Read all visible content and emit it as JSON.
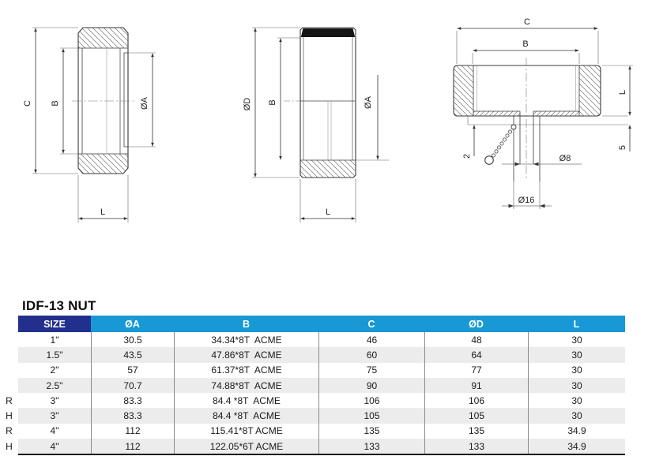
{
  "title": "IDF-13 NUT",
  "dims": {
    "c": "C",
    "b": "B",
    "oa": "ØA",
    "od": "ØD",
    "l": "L",
    "d8": "Ø8",
    "d16": "Ø16",
    "two": "2",
    "five": "5"
  },
  "colors": {
    "header_dark_blue": "#222f8d",
    "header_light_blue": "#1898d5",
    "row_alt_gray": "#ececec",
    "line_color": "#3a3a3a"
  },
  "table": {
    "headers": [
      "SIZE",
      "ØA",
      "B",
      "C",
      "ØD",
      "L"
    ],
    "rows": [
      {
        "prefix": "",
        "size": "1\"",
        "a": "30.5",
        "b": "34.34*8T  ACME",
        "c": "46",
        "d": "48",
        "l": "30"
      },
      {
        "prefix": "",
        "size": "1.5\"",
        "a": "43.5",
        "b": "47.86*8T  ACME",
        "c": "60",
        "d": "64",
        "l": "30"
      },
      {
        "prefix": "",
        "size": "2\"",
        "a": "57",
        "b": "61.37*8T  ACME",
        "c": "75",
        "d": "77",
        "l": "30"
      },
      {
        "prefix": "",
        "size": "2.5\"",
        "a": "70.7",
        "b": "74.88*8T  ACME",
        "c": "90",
        "d": "91",
        "l": "30"
      },
      {
        "prefix": "R",
        "size": "3\"",
        "a": "83.3",
        "b": "84.4 *8T  ACME",
        "c": "106",
        "d": "106",
        "l": "30"
      },
      {
        "prefix": "H",
        "size": "3\"",
        "a": "83.3",
        "b": "84.4 *8T  ACME",
        "c": "105",
        "d": "105",
        "l": "30"
      },
      {
        "prefix": "R",
        "size": "4\"",
        "a": "112",
        "b": "115.41*8T ACME",
        "c": "135",
        "d": "135",
        "l": "34.9"
      },
      {
        "prefix": "H",
        "size": "4\"",
        "a": "112",
        "b": "122.05*6T ACME",
        "c": "133",
        "d": "133",
        "l": "34.9"
      }
    ]
  }
}
